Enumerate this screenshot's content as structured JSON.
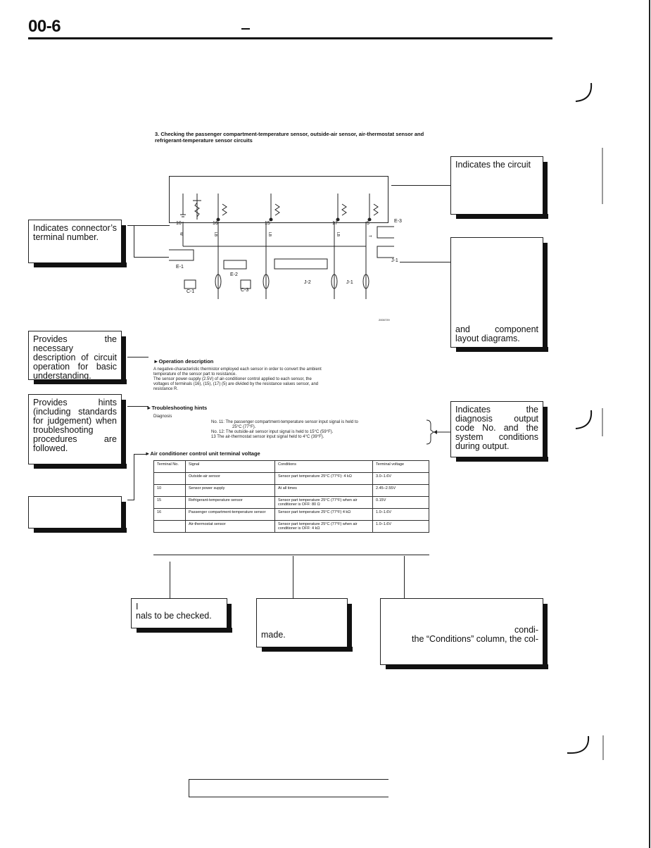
{
  "header": {
    "page_number": "00-6",
    "dash": "–"
  },
  "figure": {
    "title_num": "3.",
    "title": "Checking the passenger compartment-temperature sensor, outside-air sensor, air-thermostat sensor and refrigerant-temperature sensor circuits",
    "terminals_top": [
      "10",
      "16",
      "15",
      "17",
      "5"
    ],
    "connector_labels": [
      "E-1",
      "C-1",
      "E-2",
      "C-3",
      "J-2",
      "J-1",
      "E-3",
      "J-1"
    ],
    "figure_code": "2000729",
    "wire_colors": [
      "W",
      "LB",
      "LB",
      "LB",
      "T"
    ]
  },
  "operation": {
    "heading": "Operation description",
    "text": [
      "A negative-characteristic thermistor       employed       each sensor in order to convert the ambient",
      "temperature of the sensor part to resistance.",
      "The sensor power-supply (2.5V) of       air-conditioner control       applied to each sensor,       the",
      "voltages of terminals (16), (15), (17)       (5) are divided by the resistance values       sensor, and",
      "resistance R."
    ]
  },
  "troubleshooting": {
    "heading": "Troubleshooting hints",
    "diagnosis_label": "Diagnosis",
    "items": [
      "No. 11: The passenger compartment-temperature sensor input signal is held to",
      "25°C (77°F).",
      "No. 12: The outside-air sensor input signal is held to 15°C (59°F).",
      "13  The air-thermostat sensor input signal       held to 4°C (39°F)."
    ]
  },
  "voltage_table": {
    "heading": "Air conditioner control unit terminal voltage",
    "headers": [
      "Terminal No.",
      "Signal",
      "Conditions",
      "Terminal voltage"
    ],
    "rows": [
      [
        "",
        "Outside-air sensor",
        "Sensor part temperature 25°C (77°F): 4 kΩ",
        "3.0–1.6V"
      ],
      [
        "10",
        "Sensor power supply",
        "At all times",
        "2.45–2.55V"
      ],
      [
        "15",
        "Refrigerant-temperature sensor",
        "Sensor part temperature 25°C (77°F) when air conditioner is OFF: 80 Ω",
        "0.15V"
      ],
      [
        "16",
        "Passenger compartment-temperature sensor",
        "Sensor part temperature 25°C (77°F) 4 kΩ",
        "1.0–1.6V"
      ],
      [
        "",
        "Air-thermostat sensor",
        "Sensor part temperature 25°C (77°F) when air conditioner is OFF: 4 kΩ",
        "1.0–1.6V"
      ]
    ]
  },
  "callouts": {
    "circuit": "Indicates the circuit",
    "terminal_num": "Indicates connector’s terminal number.",
    "layout": "and component layout diagrams.",
    "description": "Provides the necessary description of circuit operation for basic understanding.",
    "hints": "Provides hints (including standards for judgement) when troubleshooting procedures are followed.",
    "diag_output": "Indicates the diagnosis output code No. and the system conditions during output.",
    "terminals_checked": "I",
    "terminals_checked2": "nals to be checked.",
    "made": "made.",
    "conditions1": "condi-",
    "conditions2": "the “Conditions” column, the col-"
  }
}
